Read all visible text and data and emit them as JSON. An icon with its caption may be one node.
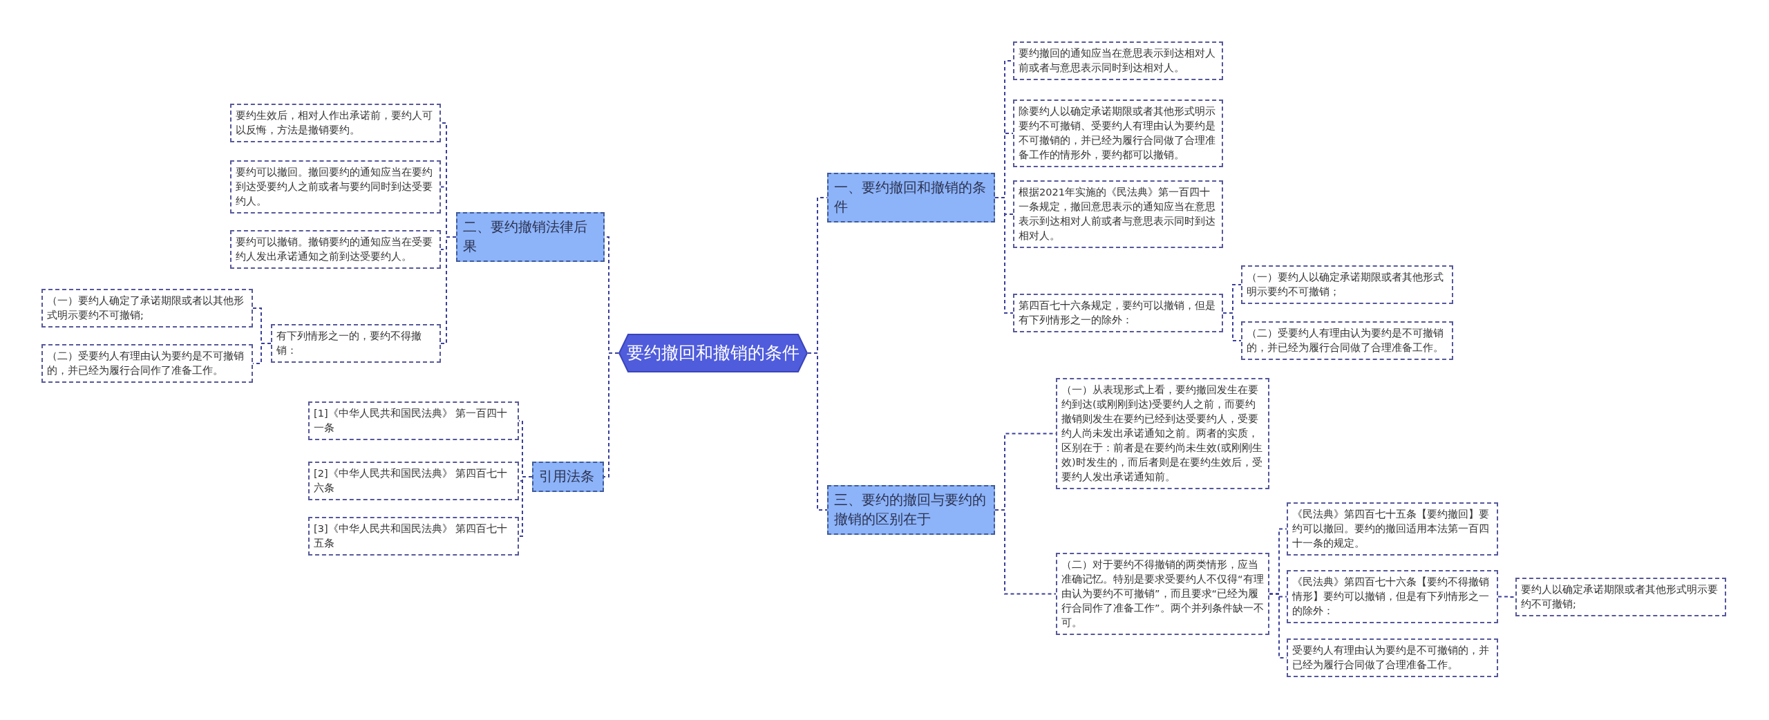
{
  "diagram": {
    "nodes": [
      {
        "text": [
          "要约撤回和撤销的条件"
        ]
      },
      {
        "text": [
          "一、要约撤回和撤销的条件"
        ]
      },
      {
        "text": [
          "要约撤回的通知应当在意思表示到达相对人前或者与意思表示同时到达相对人。"
        ]
      },
      {
        "text": [
          "除要约人以确定承诺期限或者其他形式明示要约不可撤销、受要约人有理由认为要约是不可撤销的，并已经为履行合同做了合理准备工作的情形外，要约都可以撤销。"
        ]
      },
      {
        "text": [
          "根据2021年实施的《民法典》第一百四十一条规定，撤回意思表示的通知应当在意思表示到达相对人前或者与意思表示同时到达相对人。"
        ]
      },
      {
        "text": [
          "第四百七十六条规定，要约可以撤销，但是有下列情形之一的除外："
        ]
      },
      {
        "text": [
          "（一）要约人以确定承诺期限或者其他形式明示要约不可撤销；"
        ]
      },
      {
        "text": [
          "（二）受要约人有理由认为要约是不可撤销的，并已经为履行合同做了合理准备工作。"
        ]
      },
      {
        "text": [
          "三、要约的撤回与要约的撤销的区别在于"
        ]
      },
      {
        "text": [
          "（一）从表现形式上看，要约撤回发生在要约到达(或刚刚到达)受要约人之前，而要约撤销则发生在要约已经到达受要约人，受要约人尚未发出承诺通知之前。两者的实质，区别在于：前者是在要约尚未生效(或刚刚生效)时发生的，而后者则是在要约生效后，受要约人发出承诺通知前。"
        ]
      },
      {
        "text": [
          "（二）对于要约不得撤销的两类情形，应当准确记忆。特别是要求受要约人不仅得“有理由认为要约不可撤销”，而且要求“已经为履行合同作了准备工作”。两个并列条件缺一不可。"
        ]
      },
      {
        "text": [
          "《民法典》第四百七十五条【要约撤回】要约可以撤回。要约的撤回适用本法第一百四十一条的规定。"
        ]
      },
      {
        "text": [
          "《民法典》第四百七十六条【要约不得撤销情形】要约可以撤销，但是有下列情形之一的除外："
        ]
      },
      {
        "text": [
          "受要约人有理由认为要约是不可撤销的，并已经为履行合同做了合理准备工作。"
        ]
      },
      {
        "text": [
          "要约人以确定承诺期限或者其他形式明示要约不可撤销;"
        ]
      },
      {
        "text": [
          "二、要约撤销法律后果"
        ]
      },
      {
        "text": [
          "要约生效后，相对人作出承诺前，要约人可以反悔，方法是撤销要约。"
        ]
      },
      {
        "text": [
          "要约可以撤回。撤回要约的通知应当在要约到达受要约人之前或者与要约同时到达受要约人。"
        ]
      },
      {
        "text": [
          "要约可以撤销。撤销要约的通知应当在受要约人发出承诺通知之前到达受要约人。"
        ]
      },
      {
        "text": [
          "有下列情形之一的，要约不得撤销："
        ]
      },
      {
        "text": [
          "（一）要约人确定了承诺期限或者以其他形式明示要约不可撤销;"
        ]
      },
      {
        "text": [
          "（二）受要约人有理由认为要约是不可撤销的，并已经为履行合同作了准备工作。"
        ]
      },
      {
        "text": [
          "引用法条"
        ]
      },
      {
        "text": [
          "[1]《中华人民共和国民法典》 第一百四十一条"
        ]
      },
      {
        "text": [
          "[2]《中华人民共和国民法典》 第四百七十六条"
        ]
      },
      {
        "text": [
          "[3]《中华人民共和国民法典》 第四百七十五条"
        ]
      }
    ],
    "edges": [
      {
        "from": 0,
        "to": 1,
        "arrow": "none"
      },
      {
        "from": 1,
        "to": 2,
        "arrow": "none"
      },
      {
        "from": 1,
        "to": 3,
        "arrow": "none"
      },
      {
        "from": 1,
        "to": 4,
        "arrow": "none"
      },
      {
        "from": 1,
        "to": 5,
        "arrow": "none"
      },
      {
        "from": 5,
        "to": 6,
        "arrow": "none"
      },
      {
        "from": 5,
        "to": 7,
        "arrow": "none"
      },
      {
        "from": 0,
        "to": 8,
        "arrow": "none"
      },
      {
        "from": 8,
        "to": 9,
        "arrow": "none"
      },
      {
        "from": 8,
        "to": 10,
        "arrow": "none"
      },
      {
        "from": 10,
        "to": 11,
        "arrow": "none"
      },
      {
        "from": 10,
        "to": 12,
        "arrow": "none"
      },
      {
        "from": 10,
        "to": 13,
        "arrow": "none"
      },
      {
        "from": 12,
        "to": 14,
        "arrow": "none"
      },
      {
        "from": 0,
        "to": 15,
        "arrow": "none"
      },
      {
        "from": 15,
        "to": 16,
        "arrow": "none"
      },
      {
        "from": 15,
        "to": 17,
        "arrow": "none"
      },
      {
        "from": 15,
        "to": 18,
        "arrow": "none"
      },
      {
        "from": 15,
        "to": 19,
        "arrow": "none"
      },
      {
        "from": 19,
        "to": 20,
        "arrow": "none"
      },
      {
        "from": 19,
        "to": 21,
        "arrow": "none"
      },
      {
        "from": 0,
        "to": 22,
        "arrow": "none"
      },
      {
        "from": 22,
        "to": 23,
        "arrow": "none"
      },
      {
        "from": 22,
        "to": 24,
        "arrow": "none"
      },
      {
        "from": 22,
        "to": 25,
        "arrow": "none"
      }
    ]
  }
}
